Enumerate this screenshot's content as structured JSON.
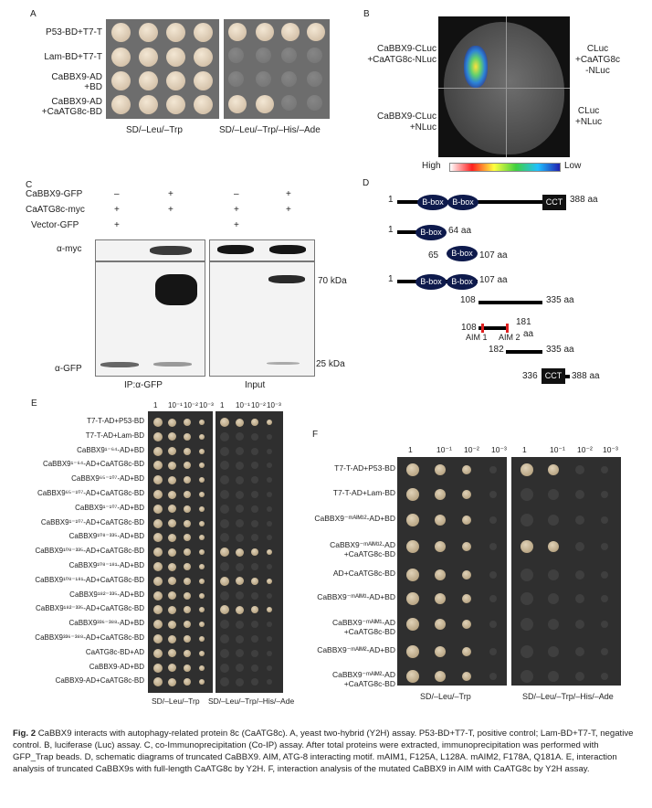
{
  "panelA": {
    "letter": "A",
    "rows": [
      "P53-BD+T7-T",
      "Lam-BD+T7-T",
      "CaBBX9-AD\n+BD",
      "CaBBX9-AD\n+CaATG8c-BD"
    ],
    "media": [
      "SD/–Leu/–Trp",
      "SD/–Leu/–Trp/–His/–Ade"
    ]
  },
  "panelB": {
    "letter": "B",
    "q_tl": "CaBBX9-CLuc\n+CaATG8c-NLuc",
    "q_tr": "CLuc\n+CaATG8c\n-NLuc",
    "q_bl": "CaBBX9-CLuc\n+NLuc",
    "q_br": "CLuc\n+NLuc",
    "scale_high": "High",
    "scale_low": "Low"
  },
  "panelC": {
    "letter": "C",
    "rows": [
      "CaBBX9-GFP",
      "CaATG8c-myc",
      "Vector-GFP"
    ],
    "signs": [
      [
        "–",
        "+",
        "–",
        "+"
      ],
      [
        "+",
        "+",
        "+",
        "+"
      ],
      [
        "+",
        "",
        "+",
        ""
      ]
    ],
    "myc": "α-myc",
    "gfp": "α-GFP",
    "kda70": "70 kDa",
    "kda25": "25 kDa",
    "ip": "IP:α-GFP",
    "input": "Input"
  },
  "panelD": {
    "letter": "D",
    "c1_start": "1",
    "c1_end": "388 aa",
    "c2_start": "1",
    "c2_end": "64 aa",
    "c3_start": "65",
    "c3_end": "107 aa",
    "c4_start": "1",
    "c4_end": "107 aa",
    "c5_start": "108",
    "c5_end": "335 aa",
    "c6_start": "108",
    "c6_mid": "181",
    "c6_end": "aa",
    "aim1": "AIM 1",
    "aim2": "AIM 2",
    "c7_start": "182",
    "c7_end": "335 aa",
    "c8_start": "336",
    "c8_end": "388 aa",
    "bbox": "B-box",
    "cct": "CCT"
  },
  "panelE": {
    "letter": "E",
    "dilutions": [
      "1",
      "10⁻¹",
      "10⁻²",
      "10⁻³",
      "1",
      "10⁻¹",
      "10⁻²",
      "10⁻³"
    ],
    "rows": [
      "T7-T-AD+P53-BD",
      "T7-T-AD+Lam-BD",
      "CaBBX9¹⁻⁶⁴-AD+BD",
      "CaBBX9¹⁻⁶⁴-AD+CaATG8c-BD",
      "CaBBX9⁶⁵⁻¹⁰⁷-AD+BD",
      "CaBBX9⁶⁵⁻¹⁰⁷-AD+CaATG8c-BD",
      "CaBBX9¹⁻¹⁰⁷-AD+BD",
      "CaBBX9¹⁻¹⁰⁷-AD+CaATG8c-BD",
      "CaBBX9¹⁰⁸⁻³³⁵-AD+BD",
      "CaBBX9¹⁰⁸⁻³³⁵-AD+CaATG8c-BD",
      "CaBBX9¹⁰⁸⁻¹⁸¹-AD+BD",
      "CaBBX9¹⁰⁸⁻¹⁸¹-AD+CaATG8c-BD",
      "CaBBX9¹⁸²⁻³³⁵-AD+BD",
      "CaBBX9¹⁸²⁻³³⁵-AD+CaATG8c-BD",
      "CaBBX9³³⁶⁻³⁸⁸-AD+BD",
      "CaBBX9³³⁶⁻³⁸⁸-AD+CaATG8c-BD",
      "CaATG8c-BD+AD",
      "CaBBX9-AD+BD",
      "CaBBX9-AD+CaATG8c-BD"
    ],
    "media": [
      "SD/–Leu/–Trp",
      "SD/–Leu/–Trp/–His/–Ade"
    ]
  },
  "panelF": {
    "letter": "F",
    "dilutions": [
      "1",
      "10⁻¹",
      "10⁻²",
      "10⁻³",
      "1",
      "10⁻¹",
      "10⁻²",
      "10⁻³"
    ],
    "rows": [
      "T7-T-AD+P53-BD",
      "T7-T-AD+Lam-BD",
      "CaBBX9⁻ᵐᴬᴵᴹ¹²-AD+BD",
      "CaBBX9⁻ᵐᴬᴵᴹ¹²-AD\n+CaATG8c-BD",
      "AD+CaATG8c-BD",
      "CaBBX9⁻ᵐᴬᴵᴹ¹-AD+BD",
      "CaBBX9⁻ᵐᴬᴵᴹ¹-AD\n+CaATG8c-BD",
      "CaBBX9⁻ᵐᴬᴵᴹ²-AD+BD",
      "CaBBX9⁻ᵐᴬᴵᴹ²-AD\n+CaATG8c-BD"
    ],
    "media": [
      "SD/–Leu/–Trp",
      "SD/–Leu/–Trp/–His/–Ade"
    ]
  },
  "caption": {
    "label": "Fig. 2",
    "text": " CaBBX9 interacts with autophagy-related protein 8c (CaATG8c). A, yeast two-hybrid (Y2H) assay. P53-BD+T7-T, positive control; Lam-BD+T7-T, negative control. B, luciferase (Luc) assay. C, co-Immunoprecipitation (Co-IP) assay. After total proteins were extracted, immunoprecipitation was performed with GFP_Trap beads. D, schematic diagrams of truncated CaBBX9. AIM, ATG-8 interacting motif. mAIM1, F125A, L128A. mAIM2, F178A, Q181A. E, interaction analysis of truncated CaBBX9s with full-length CaATG8c by Y2H. F, interaction analysis of the mutated CaBBX9 in AIM with CaATG8c by Y2H assay."
  }
}
